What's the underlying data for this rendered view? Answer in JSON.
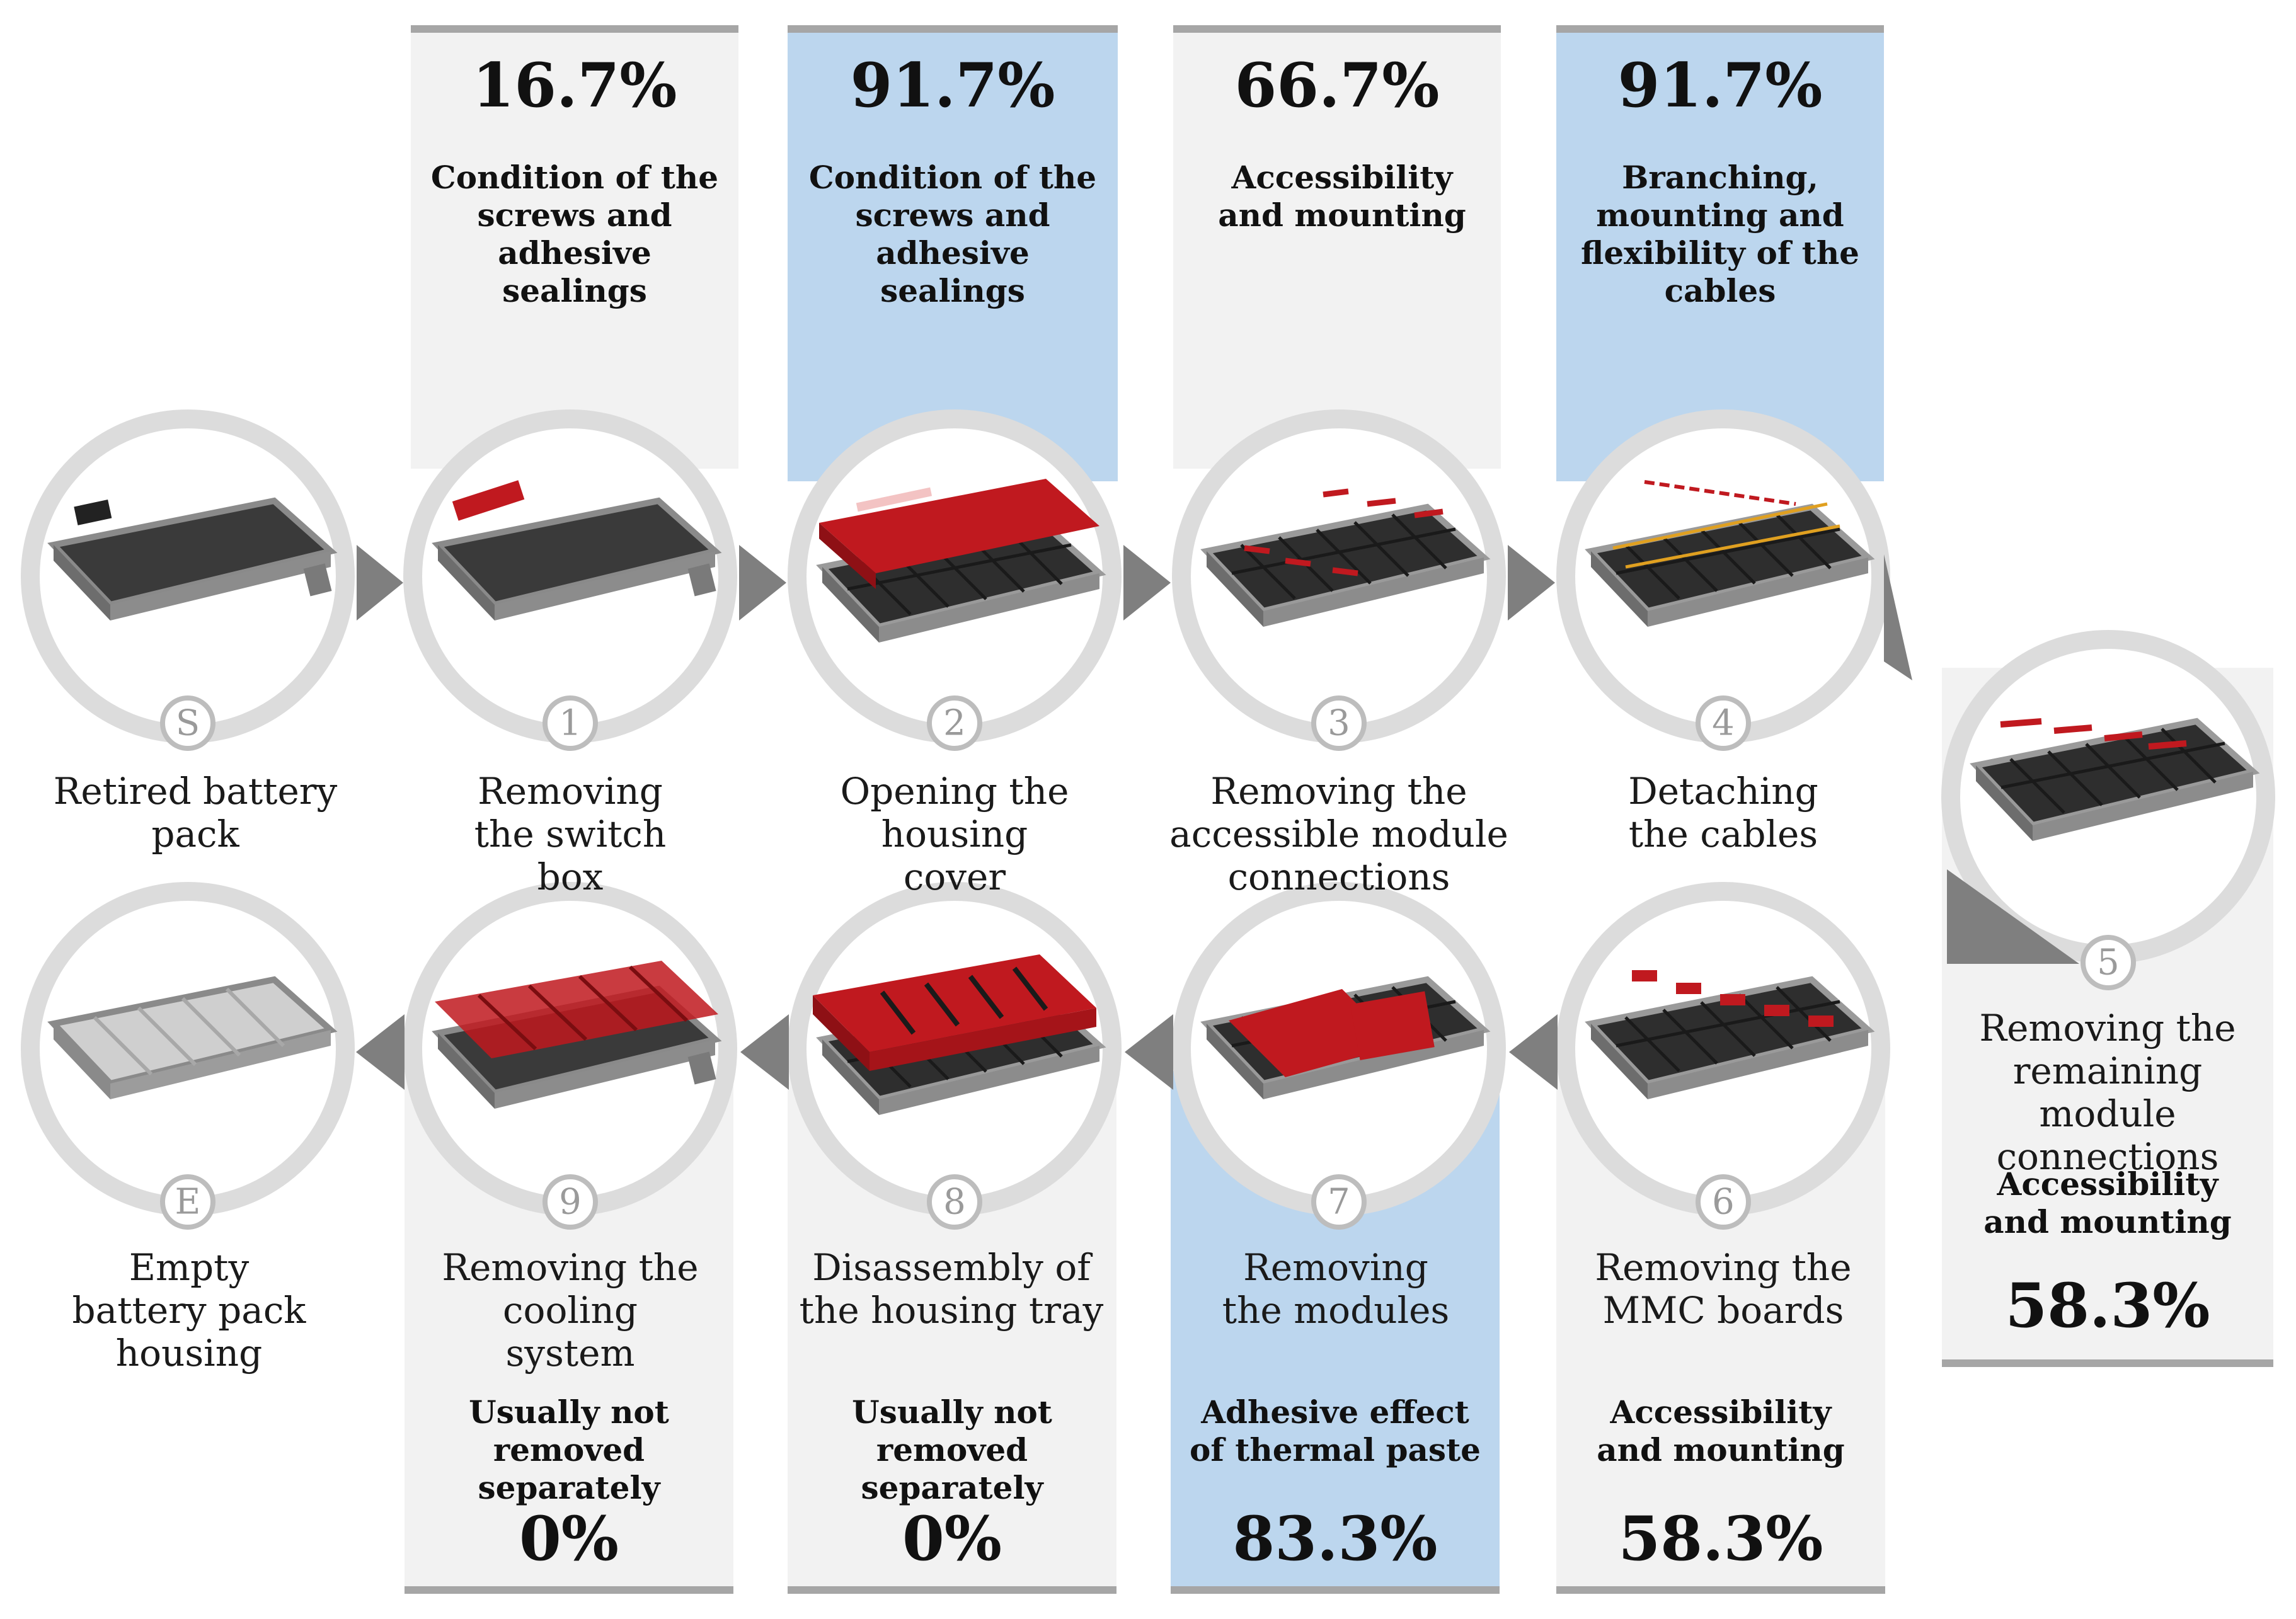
{
  "steps": [
    {
      "badge": "S",
      "label": "Retired battery pack",
      "criterion": "",
      "value": ""
    },
    {
      "badge": "1",
      "label": "Removing the switch box",
      "criterion": "Condition of the screws and adhesive sealings",
      "value": "16.7%"
    },
    {
      "badge": "2",
      "label": "Opening the housing cover",
      "criterion": "Condition of the screws and adhesive sealings",
      "value": "91.7%"
    },
    {
      "badge": "3",
      "label": "Removing the accessible module connections",
      "criterion": "Accessibility and mounting",
      "value": "66.7%"
    },
    {
      "badge": "4",
      "label": "Detaching the cables",
      "criterion": "Branching, mounting and flexibility of the cables",
      "value": "91.7%"
    },
    {
      "badge": "5",
      "label": "Removing the remaining module connections",
      "criterion": "Accessibility and mounting",
      "value": "58.3%"
    },
    {
      "badge": "6",
      "label": "Removing the MMC boards",
      "criterion": "Accessibility and mounting",
      "value": "58.3%"
    },
    {
      "badge": "7",
      "label": "Removing the modules",
      "criterion": "Adhesive effect of thermal paste",
      "value": "83.3%"
    },
    {
      "badge": "8",
      "label": "Disassembly of the housing tray",
      "criterion": "Usually not removed separately",
      "value": "0%"
    },
    {
      "badge": "9",
      "label": "Removing the cooling system",
      "criterion": "Usually not removed separately",
      "value": "0%"
    },
    {
      "badge": "E",
      "label": "Empty battery pack housing",
      "criterion": "",
      "value": ""
    }
  ],
  "colors": {
    "gray_panel": "#f2f2f2",
    "blue_panel": "#bcd6ee",
    "ring": "#d9d9d9",
    "arrow": "#7f7f7f",
    "highlight": "#c0191f",
    "pack": "#2b2b2b"
  }
}
